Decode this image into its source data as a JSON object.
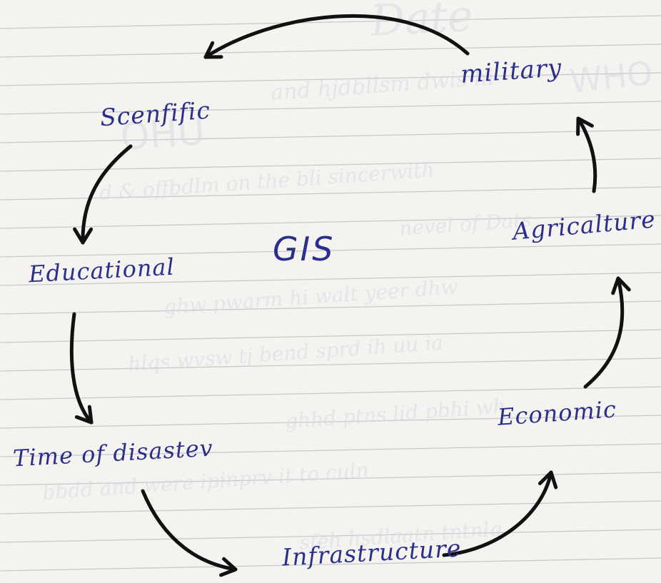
{
  "diagram": {
    "center": "GIS",
    "nodes": [
      {
        "id": "military",
        "label": "military"
      },
      {
        "id": "scientific",
        "label": "Scenfific"
      },
      {
        "id": "educational",
        "label": "Educational"
      },
      {
        "id": "disaster",
        "label": "Time of disastev"
      },
      {
        "id": "infrastructure",
        "label": "Infrastructure"
      },
      {
        "id": "economic",
        "label": "Economic"
      },
      {
        "id": "agriculture",
        "label": "Agricalture"
      }
    ],
    "edges": [
      {
        "from": "military",
        "to": "scientific"
      },
      {
        "from": "scientific",
        "to": "educational"
      },
      {
        "from": "educational",
        "to": "disaster"
      },
      {
        "from": "disaster",
        "to": "infrastructure"
      },
      {
        "from": "infrastructure",
        "to": "economic"
      },
      {
        "from": "economic",
        "to": "agriculture"
      },
      {
        "from": "agriculture",
        "to": "military"
      }
    ]
  },
  "colors": {
    "ink": "#2a2f8c",
    "arrow": "#111111",
    "paper": "#f4f3f0",
    "rule": "#c9c9cc",
    "bleed": "#d7d8e3"
  }
}
